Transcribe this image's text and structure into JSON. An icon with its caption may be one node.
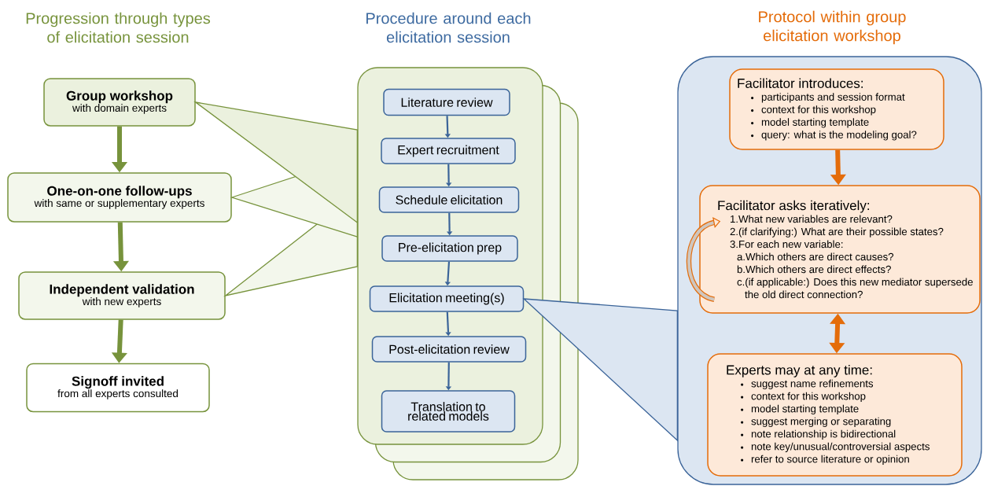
{
  "diagram": {
    "nodes": [
      {
        "text": [
          "Group workshop",
          "with domain experts"
        ]
      },
      {
        "text": [
          "One-on-one follow-ups",
          "with same or supplementary experts"
        ]
      },
      {
        "text": [
          "Independent validation",
          "with new experts"
        ]
      },
      {
        "text": [
          "Signoff invited",
          "from all experts consulted"
        ]
      },
      {
        "text": [],
        "shape": "box"
      },
      {
        "text": [
          "Literature review"
        ],
        "in": 4
      },
      {
        "text": [
          "Expert recruitment"
        ],
        "in": 4
      },
      {
        "text": [
          "Schedule elicitation"
        ],
        "in": 4
      },
      {
        "text": [
          "Pre-elicitation prep"
        ],
        "in": 4
      },
      {
        "text": [
          "Elicitation meeting(s)"
        ],
        "in": 4
      },
      {
        "text": [
          "Post-elicitation review"
        ],
        "in": 4
      },
      {
        "text": [
          "Translation to related models"
        ],
        "in": 4
      },
      {
        "text": [],
        "shape": "box"
      },
      {
        "text": [
          "Facilitator introduces:",
          "participants and session format",
          "context for this workshop",
          "model starting template",
          "query: what is the modeling goal?"
        ],
        "in": 12
      },
      {
        "text": [
          "Facilitator asks iteratively:",
          "1.What new variables are relevant?",
          "2.(if clarifying:) What are their possible states?",
          "3.For each new variable:",
          "a.Which others are direct causes?",
          "b.Which others are direct effects?",
          "c.(if applicable:) Does this new mediator supersede the old direct connection?"
        ],
        "in": 12
      },
      {
        "text": [
          "Experts may at any time:",
          "suggest name refinements",
          "context for this workshop",
          "model starting template",
          "suggest merging or separating",
          "note relationship is bidirectional",
          "note key/unusual/controversial aspects",
          "refer to source literature or opinion"
        ],
        "in": 12
      }
    ],
    "edges": [
      {
        "from": 0,
        "to": 1,
        "arrow": "to",
        "style": "thick",
        "color": "#77933c"
      },
      {
        "from": 1,
        "to": 2,
        "arrow": "to",
        "style": "thick",
        "color": "#77933c"
      },
      {
        "from": 2,
        "to": 3,
        "arrow": "to",
        "style": "thick",
        "color": "#77933c"
      },
      {
        "from": 4,
        "to": 0,
        "arrow": "to",
        "color": "#77933c"
      },
      {
        "from": 4,
        "to": 1,
        "arrow": "to",
        "color": "#77933c"
      },
      {
        "from": 4,
        "to": 2,
        "arrow": "to",
        "color": "#77933c"
      },
      {
        "from": 5,
        "to": 6,
        "arrow": "to"
      },
      {
        "from": 6,
        "to": 7,
        "arrow": "to"
      },
      {
        "from": 7,
        "to": 8,
        "arrow": "to"
      },
      {
        "from": 8,
        "to": 9,
        "arrow": "to"
      },
      {
        "from": 9,
        "to": 10,
        "arrow": "to"
      },
      {
        "from": 10,
        "to": 11,
        "arrow": "to"
      },
      {
        "from": 12,
        "to": 9,
        "arrow": "to"
      },
      {
        "from": 13,
        "to": 14,
        "arrow": "to",
        "style": "thick",
        "color": "#e46c0a"
      },
      {
        "from": 14,
        "to": 15,
        "arrow": "both",
        "style": "thick",
        "color": "#e46c0a"
      },
      {
        "from": 14,
        "to": null,
        "arrow": "to",
        "style": "thick",
        "color": "#e46c0a"
      }
    ],
    "labels": [
      "Progression through types of elicitation session",
      "Procedure around each elicitation session",
      "Protocol within group elicitation workshop"
    ]
  }
}
